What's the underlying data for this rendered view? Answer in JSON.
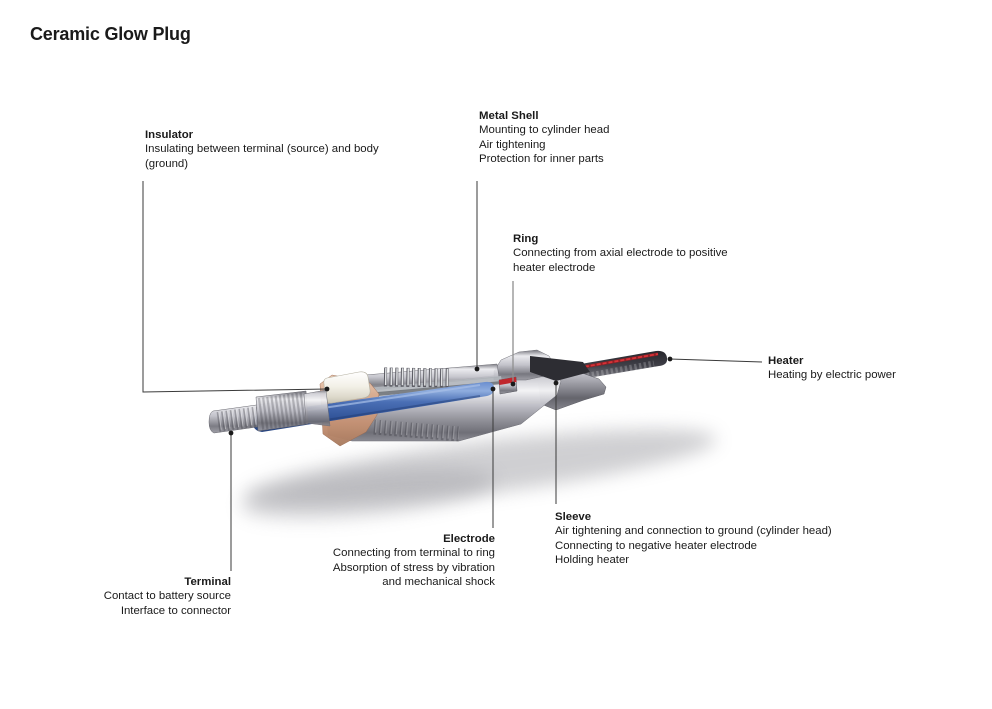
{
  "page_title": "Ceramic Glow Plug",
  "diagram": {
    "subject": "ceramic-glow-plug-cutaway-illustration",
    "callouts": {
      "insulator": {
        "heading": "Insulator",
        "lines": [
          "Insulating between terminal (source) and body",
          "(ground)"
        ]
      },
      "metal_shell": {
        "heading": "Metal Shell",
        "lines": [
          "Mounting to cylinder head",
          "Air tightening",
          "Protection for inner parts"
        ]
      },
      "ring": {
        "heading": "Ring",
        "lines": [
          "Connecting from axial electrode to positive",
          "heater electrode"
        ]
      },
      "heater": {
        "heading": "Heater",
        "lines": [
          "Heating by electric power"
        ]
      },
      "sleeve": {
        "heading": "Sleeve",
        "lines": [
          "Air tightening and connection to ground (cylinder head)",
          "Connecting to negative heater electrode",
          "Holding heater"
        ]
      },
      "electrode": {
        "heading": "Electrode",
        "lines": [
          "Connecting from terminal to ring",
          "Absorption of stress by vibration",
          "and mechanical shock"
        ]
      },
      "terminal": {
        "heading": "Terminal",
        "lines": [
          "Contact to battery source",
          "Interface to connector"
        ]
      }
    },
    "colors": {
      "electrode_blue": "#4a6fb5",
      "packing_tan": "#d8a88b",
      "heater_red": "#c0272d",
      "metal_gray": "#c6c6cc",
      "background": "#ffffff",
      "text": "#1a1a1a"
    }
  }
}
